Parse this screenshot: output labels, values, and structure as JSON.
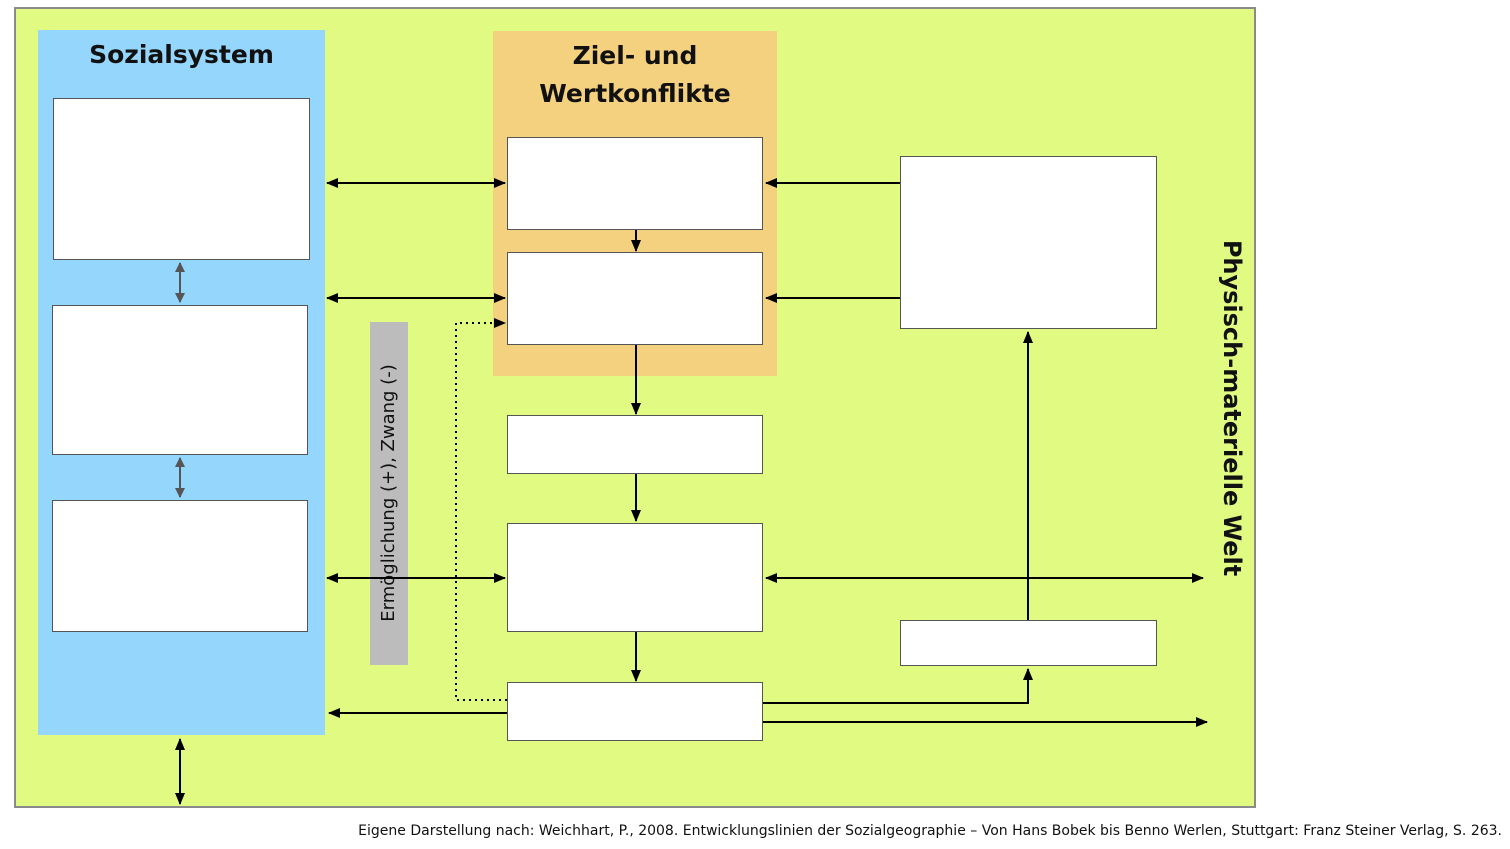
{
  "diagram": {
    "social_system_title": "Sozialsystem",
    "conflict_title_line1": "Ziel- und",
    "conflict_title_line2": "Wertkonflikte",
    "constraint_label": "Ermöglichung (+), Zwang (-)",
    "world_label": "Physisch-materielle Welt",
    "source_note": "Eigene Darstellung nach: Weichhart, P., 2008. Entwicklungslinien der Sozialgeographie – Von Hans Bobek bis Benno Werlen, Stuttgart: Franz Steiner Verlag, S. 263."
  },
  "colors": {
    "world_background": "#e0fa82",
    "social_system_background": "#94d6fc",
    "conflict_background": "#f4d17e",
    "constraint_bar": "#bcbcbc"
  }
}
